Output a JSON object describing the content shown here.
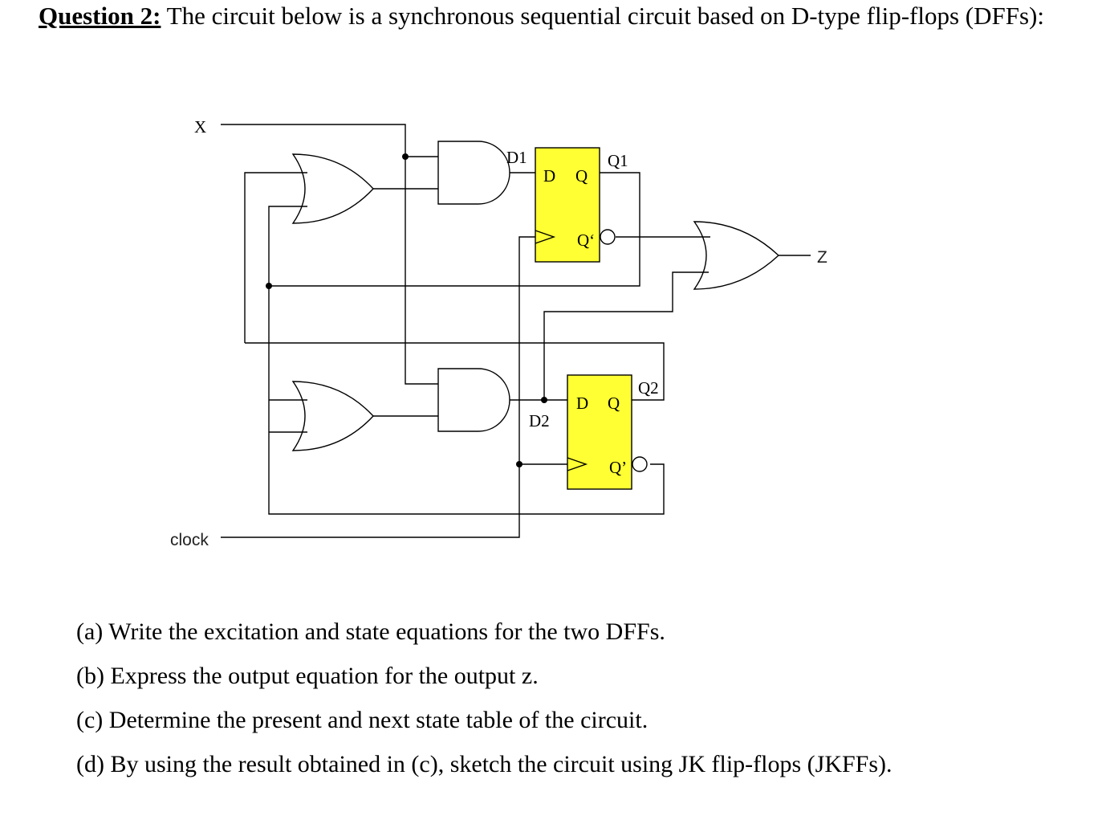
{
  "question": {
    "label": "Question 2:",
    "text": " The circuit below is a synchronous sequential circuit based on D-type flip-flops (DFFs):"
  },
  "circuit": {
    "labels": {
      "x": "X",
      "clock": "clock",
      "d1": "D1",
      "q1": "Q1",
      "d2": "D2",
      "q2": "Q2",
      "z": "Z",
      "ff1_d": "D",
      "ff1_q": "Q",
      "ff1_qbar": "Q‘",
      "ff2_d": "D",
      "ff2_q": "Q",
      "ff2_qbar": "Q’"
    },
    "colors": {
      "flipflop_fill": "#ffff33",
      "wire": "#000000"
    }
  },
  "parts": [
    "(a) Write the excitation and state equations for the two DFFs.",
    "(b) Express the output equation for the output z.",
    "(c) Determine the present and next state table of the circuit.",
    "(d) By using the result obtained in (c), sketch the circuit using JK flip-flops (JKFFs)."
  ]
}
